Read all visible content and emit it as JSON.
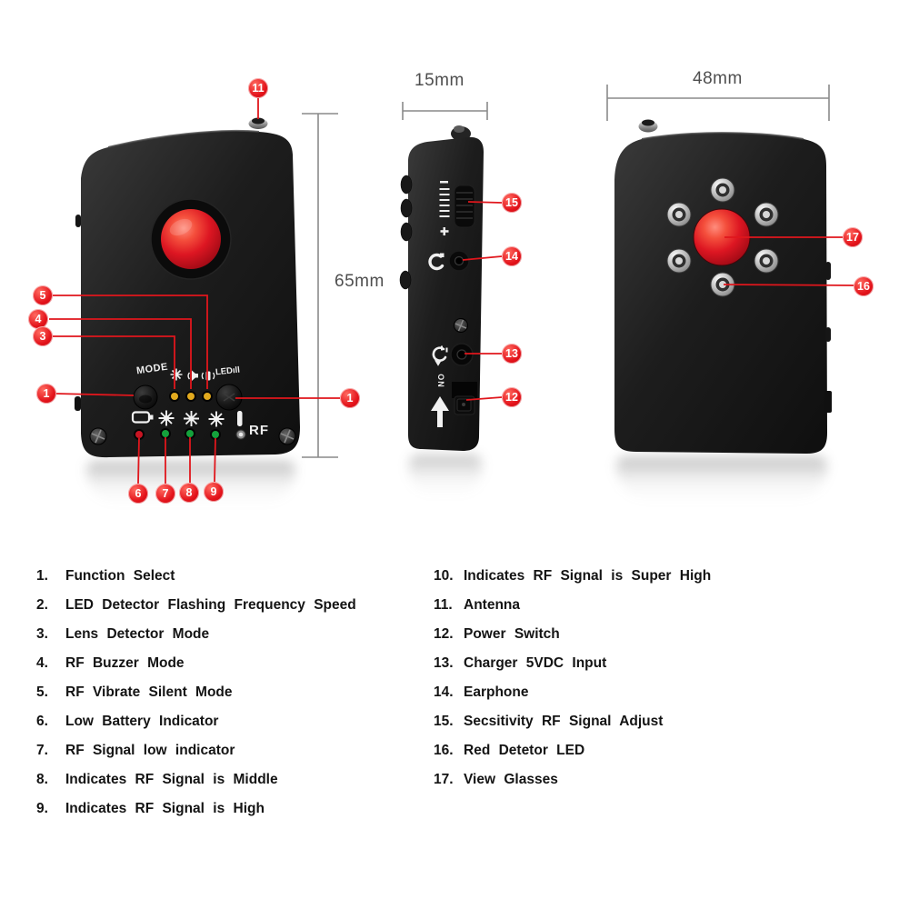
{
  "dimensions": {
    "height": "65mm",
    "side_width": "15mm",
    "back_width": "48mm"
  },
  "device_labels": {
    "mode": "MODE",
    "led": "LEDıll",
    "rf": "RF",
    "on": "ON",
    "plus": "+",
    "minus": "−"
  },
  "callouts": {
    "c1_left": "1",
    "c1_right": "1",
    "c3": "3",
    "c4": "4",
    "c5": "5",
    "c6": "6",
    "c7": "7",
    "c8": "8",
    "c9": "9",
    "c11": "11",
    "c12": "12",
    "c13": "13",
    "c14": "14",
    "c15": "15",
    "c16": "16",
    "c17": "17"
  },
  "legend": {
    "left": [
      {
        "num": "1.",
        "text": "Function Select"
      },
      {
        "num": "2.",
        "text": "LED Detector Flashing Frequency Speed"
      },
      {
        "num": "3.",
        "text": "Lens Detector Mode"
      },
      {
        "num": "4.",
        "text": "RF Buzzer Mode"
      },
      {
        "num": "5.",
        "text": "RF Vibrate Silent Mode"
      },
      {
        "num": "6.",
        "text": "Low Battery Indicator"
      },
      {
        "num": "7.",
        "text": "RF Signal low indicator"
      },
      {
        "num": "8.",
        "text": "Indicates RF Signal is Middle"
      },
      {
        "num": "9.",
        "text": "Indicates RF Signal is High"
      }
    ],
    "right": [
      {
        "num": "10.",
        "text": "Indicates RF Signal is Super High"
      },
      {
        "num": "11.",
        "text": "Antenna"
      },
      {
        "num": "12.",
        "text": "Power Switch"
      },
      {
        "num": "13.",
        "text": "Charger 5VDC Input"
      },
      {
        "num": "14.",
        "text": "Earphone"
      },
      {
        "num": "15.",
        "text": "Secsitivity RF Signal Adjust"
      },
      {
        "num": "16.",
        "text": "Red Detetor LED"
      },
      {
        "num": "17.",
        "text": "View Glasses"
      }
    ]
  },
  "colors": {
    "accent_red": "#e0161c",
    "device_black": "#1a1a1a",
    "dimension_gray": "#8a8a8a",
    "lens_red": "#dd1622",
    "led_yellow": "#e2aa1e",
    "led_green": "#15a13c",
    "led_red": "#c81523"
  }
}
